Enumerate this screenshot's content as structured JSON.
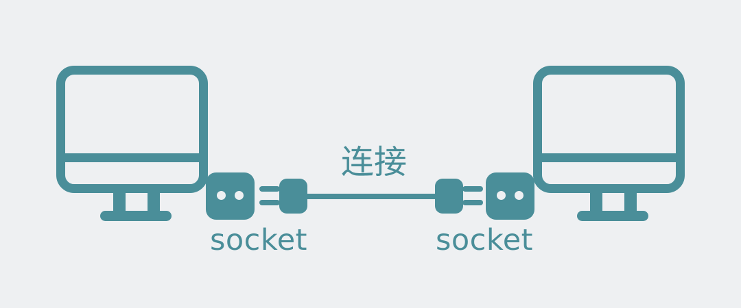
{
  "diagram": {
    "colors": {
      "accent": "#4A8E99",
      "background": "#EEF0F2"
    },
    "connection_label": "连接",
    "left_computer": {
      "icon": "monitor-icon"
    },
    "right_computer": {
      "icon": "monitor-icon"
    },
    "left_socket": {
      "label": "socket",
      "icon": "socket-icon"
    },
    "right_socket": {
      "label": "socket",
      "icon": "socket-icon"
    },
    "left_plug": {
      "icon": "plug-icon"
    },
    "right_plug": {
      "icon": "plug-icon"
    },
    "cable": {
      "icon": "cable-line"
    }
  }
}
